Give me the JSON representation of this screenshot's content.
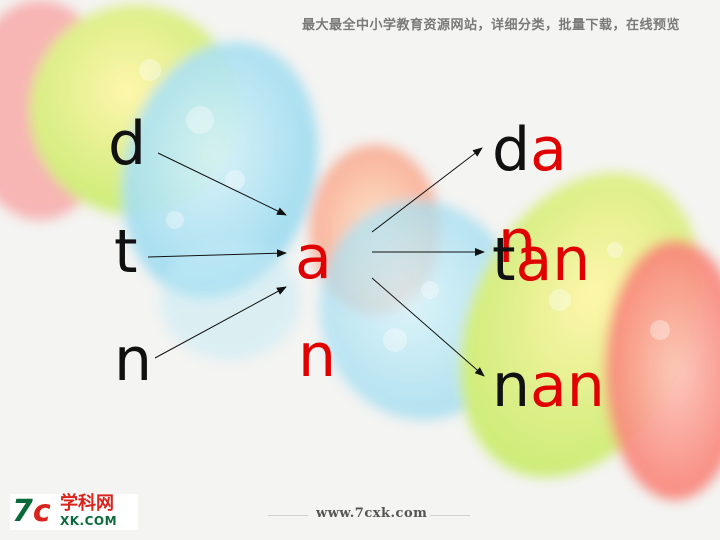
{
  "header": {
    "text": "最大最全中小学教育资源网站，详细分类，批量下载，在线预览"
  },
  "slide": {
    "initials": [
      "d",
      "t",
      "n"
    ],
    "middle_vowel": "a",
    "middle_final": "n",
    "results": [
      {
        "initial": "d",
        "rest": "a",
        "over": ""
      },
      {
        "initial": "t",
        "rest": "an",
        "over": "n"
      },
      {
        "initial": "n",
        "rest": "an",
        "over": ""
      }
    ]
  },
  "logo": {
    "mark": "7",
    "mark_c": "c",
    "cn": "学科网",
    "en": "XK.COM"
  },
  "footer": {
    "url": "www.7cxk.com"
  },
  "colors": {
    "text": "#111111",
    "accent": "#e00000",
    "brand_green": "#0a6a3a",
    "brand_red": "#d8241c"
  }
}
